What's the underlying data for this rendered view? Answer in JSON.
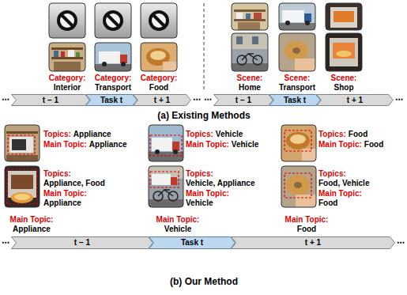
{
  "diagram": {
    "nodes": [
      {
        "text": [
          "t − 1"
        ]
      },
      {
        "text": [
          "Task t"
        ]
      },
      {
        "text": [
          "t + 1"
        ]
      },
      {
        "text": [
          "t − 1"
        ]
      },
      {
        "text": [
          "Task t"
        ]
      },
      {
        "text": [
          "t + 1"
        ]
      },
      {
        "text": [
          "t − 1"
        ]
      },
      {
        "text": [
          "Task t"
        ]
      },
      {
        "text": [
          "t + 1"
        ]
      }
    ],
    "labels": [
      "Category:",
      "Interior",
      "Category:",
      "Transport",
      "Category:",
      "Food",
      "Scene:",
      "Home",
      "Scene:",
      "Transport",
      "Scene:",
      "Shop",
      "(a) Existing Methods",
      "Topics:",
      "Appliance",
      "Main Topic:",
      "Appliance",
      "Topics:",
      "Appliance, Food",
      "Main Topic:",
      "Appliance",
      "Main Topic:",
      "Appliance",
      "Topics:",
      "Vehicle",
      "Main Topic:",
      "Vehicle",
      "Topics:",
      "Vehicle, Appliance",
      "Main Topic:",
      "Vehicle",
      "Main Topic:",
      "Vehicle",
      "Topics:",
      "Food",
      "Main Topic:",
      "Food",
      "Topics:",
      "Food, Vehicle",
      "Main Topic:",
      "Food",
      "Main Topic:",
      "Food",
      "(b) Our Method",
      "⋯",
      "⋯",
      "⋯",
      "⋯",
      "⋯",
      "⋯"
    ]
  }
}
